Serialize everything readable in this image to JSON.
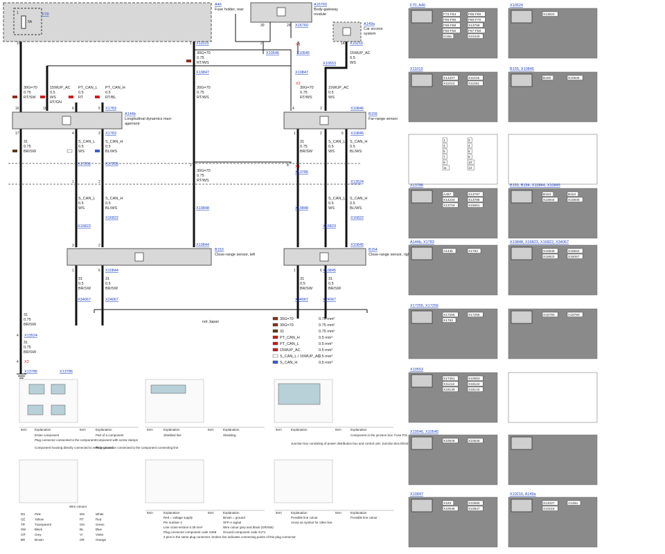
{
  "components": {
    "A46": {
      "id": "A46",
      "name": "Fuse holder, rear",
      "fuse_id": "F70",
      "fuse_rating": "5A"
    },
    "A16760": {
      "id": "A16760",
      "name_line1": "Body-gateway",
      "name_line2": "module"
    },
    "A149a": {
      "id": "A149a",
      "name_line1": "Car access",
      "name_line2": "system"
    },
    "A144b": {
      "id": "A144b",
      "name_line1": "Longitudinal dynamics man-",
      "name_line2": "agement"
    },
    "B155": {
      "id": "B155",
      "name": "Far-range sensor"
    },
    "B153": {
      "id": "B153",
      "name": "Close-range sensor, left"
    },
    "B154": {
      "id": "B154",
      "name": "Close-range sensor, right"
    }
  },
  "connectors": [
    "X11015",
    "X16760",
    "X10216",
    "X10546",
    "X10545",
    "X10553",
    "X10847",
    "X1783",
    "X10846",
    "X17256",
    "X17255",
    "X13786",
    "X13524",
    "X10848",
    "X16823",
    "X16822",
    "X10844",
    "X10845",
    "X34067",
    "X24067"
  ],
  "pins": {
    "p10": "10",
    "p30": "30",
    "p29": "29",
    "p18": "18",
    "p2": "2",
    "p1": "1",
    "p3": "3",
    "p11": "11",
    "p16": "16",
    "p7": "7",
    "p12": "12",
    "p4": "4",
    "p8": "8",
    "p5": "5",
    "p17": "17",
    "p6": "6"
  },
  "splices": {
    "x1": "X1",
    "x2": "X2",
    "x3": "X3",
    "x4": "X4"
  },
  "wires": {
    "w1": {
      "sig": "30G=70",
      "size": "0.75",
      "col": "RT/SW"
    },
    "w2": {
      "sig": "15WUP_AC",
      "size": "0.5",
      "col1": "WS",
      "col2": "RT/GN"
    },
    "w3": {
      "sig": "PT_CAN_L",
      "size": "0.5",
      "col": "RT"
    },
    "w4": {
      "sig": "PT_CAN_H",
      "size": "0.5",
      "col": "RT/BL"
    },
    "w5": {
      "sig": "30G=70",
      "size": "0.75",
      "col": "RT/WS"
    },
    "w6": {
      "sig": "15WUP_AC",
      "size": "0.5",
      "col": "WS"
    },
    "w7": {
      "sig": "31",
      "size": "0.75",
      "col": "BR/SW"
    },
    "w8": {
      "sig": "S_CAN_L",
      "size": "0.5",
      "col": "WS"
    },
    "w9": {
      "sig": "S_CAN_H",
      "size": "0.5",
      "col": "BL/WS"
    },
    "w10": {
      "sig": "31",
      "size": "0.5",
      "col": "BR/SW"
    }
  },
  "annotations": {
    "not_japan": "not Japan"
  },
  "legend": [
    {
      "sig": "30G=70",
      "size": "0.75 mm²",
      "color": "#8b2e1a"
    },
    {
      "sig": "30G=70",
      "size": "0.75 mm²",
      "color": "#8b2e1a"
    },
    {
      "sig": "31",
      "size": "0.75 mm²",
      "color": "#5a3a1a"
    },
    {
      "sig": "PT_CAN_H",
      "size": "0.5 mm²",
      "color": "#d21a1a"
    },
    {
      "sig": "PT_CAN_L",
      "size": "0.5 mm²",
      "color": "#d21a1a"
    },
    {
      "sig": "15WUP_AC",
      "size": "0.5 mm²",
      "color": "#d21a1a"
    },
    {
      "sig": "S_CAN_L / 15WUP_AC",
      "size": "0.5 mm²",
      "color": "#ffffff"
    },
    {
      "sig": "S_CAN_H",
      "size": "0.5 mm²",
      "color": "#3a5fcf"
    }
  ],
  "key_tables": {
    "headers": {
      "item": "Item",
      "expl": "Explanation"
    },
    "t1": [
      "Entire component",
      "Part of a component",
      "Plug connector connected to the component",
      "Component with screw clamps",
      "Component housing directly connected to vehicle ground",
      "Plug connector connected to the component connecting line"
    ],
    "t2": [
      "Shielded line",
      "Shielding"
    ],
    "t3": [
      "Component in the junction box: Fuse F01",
      "Junction box consisting of power distribution box and control unit: Junction Box Electronics (JBE)"
    ],
    "t4": [
      "Red = voltage supply",
      "Brown = ground",
      "Pin number 4",
      "SFP-A signal",
      "Line cross-section 0.35 mm²",
      "Wire colour grey and black (GR/SW)",
      "Plug connector component code X258",
      "Ground component code X171",
      "2 pins in the same plug connector, broken line indicates connecting points of this plug connector"
    ],
    "t5": [
      "Possible line colour",
      "Possible line colour",
      "Arrow as symbol for other line"
    ]
  },
  "wire_colours": {
    "title": "Wire colours",
    "rows": [
      [
        "RS",
        "Pink",
        "WS",
        "White"
      ],
      [
        "GE",
        "Yellow",
        "RT",
        "Red"
      ],
      [
        "TR",
        "Transparent",
        "GN",
        "Green"
      ],
      [
        "SW",
        "Black",
        "BL",
        "Blue"
      ],
      [
        "GR",
        "Grey",
        "VI",
        "Violet"
      ],
      [
        "BR",
        "Brown",
        "OR",
        "Orange"
      ]
    ]
  },
  "photos": [
    {
      "title": "F70, A46",
      "labels": [
        "F72-F84",
        "F86-F99",
        "F90-F96",
        "F80-F70",
        "F85-F88",
        "X13768",
        "F50-F56",
        "F67-F58",
        "G19a",
        "X10440"
      ]
    },
    {
      "title": "X10524",
      "labels": [
        "X13524"
      ]
    },
    {
      "title": "X11015",
      "labels": [
        "X14207",
        "X11015",
        "X11013",
        "X11061"
      ]
    },
    {
      "title": "B155, X10846",
      "labels": [
        "B155",
        "X10846"
      ]
    },
    {
      "title": "",
      "labels": [
        "1",
        "2",
        "3",
        "4",
        "5",
        "6",
        "7",
        "8",
        "9",
        "10",
        "11",
        "12"
      ]
    },
    {
      "title": "",
      "labels": []
    },
    {
      "title": "X13786",
      "labels": [
        "A467",
        "X13787",
        "X14234",
        "X13786",
        "X13719",
        "X16661"
      ]
    },
    {
      "title": "B153, B154, X10844, X10845",
      "labels": [
        "B153",
        "B154",
        "X10844",
        "X10845"
      ]
    },
    {
      "title": "A144b, X1783",
      "labels": [
        "A144b",
        "X1783"
      ]
    },
    {
      "title": "X10848, X16823, X16822, X34067",
      "labels": [
        "X10848",
        "X16822",
        "X16823",
        "X34067"
      ]
    },
    {
      "title": "X17255, X17256",
      "labels": [
        "X17255",
        "X17256",
        "X1783"
      ]
    },
    {
      "title": "",
      "labels": [
        "X16760",
        "A16760"
      ]
    },
    {
      "title": "X10553",
      "labels": [
        "X17461",
        "X10553",
        "X11212",
        "X18122",
        "X18139",
        "X18144"
      ]
    },
    {
      "title": "",
      "labels": []
    },
    {
      "title": "X10546, X10545",
      "labels": [
        "X10545",
        "X10546"
      ]
    },
    {
      "title": "",
      "labels": []
    },
    {
      "title": "X10847",
      "labels": [
        "X183",
        "X10680",
        "X10546",
        "X10847"
      ]
    },
    {
      "title": "X10216, A149a",
      "labels": [
        "X14027",
        "A149a",
        "X10216"
      ]
    }
  ]
}
